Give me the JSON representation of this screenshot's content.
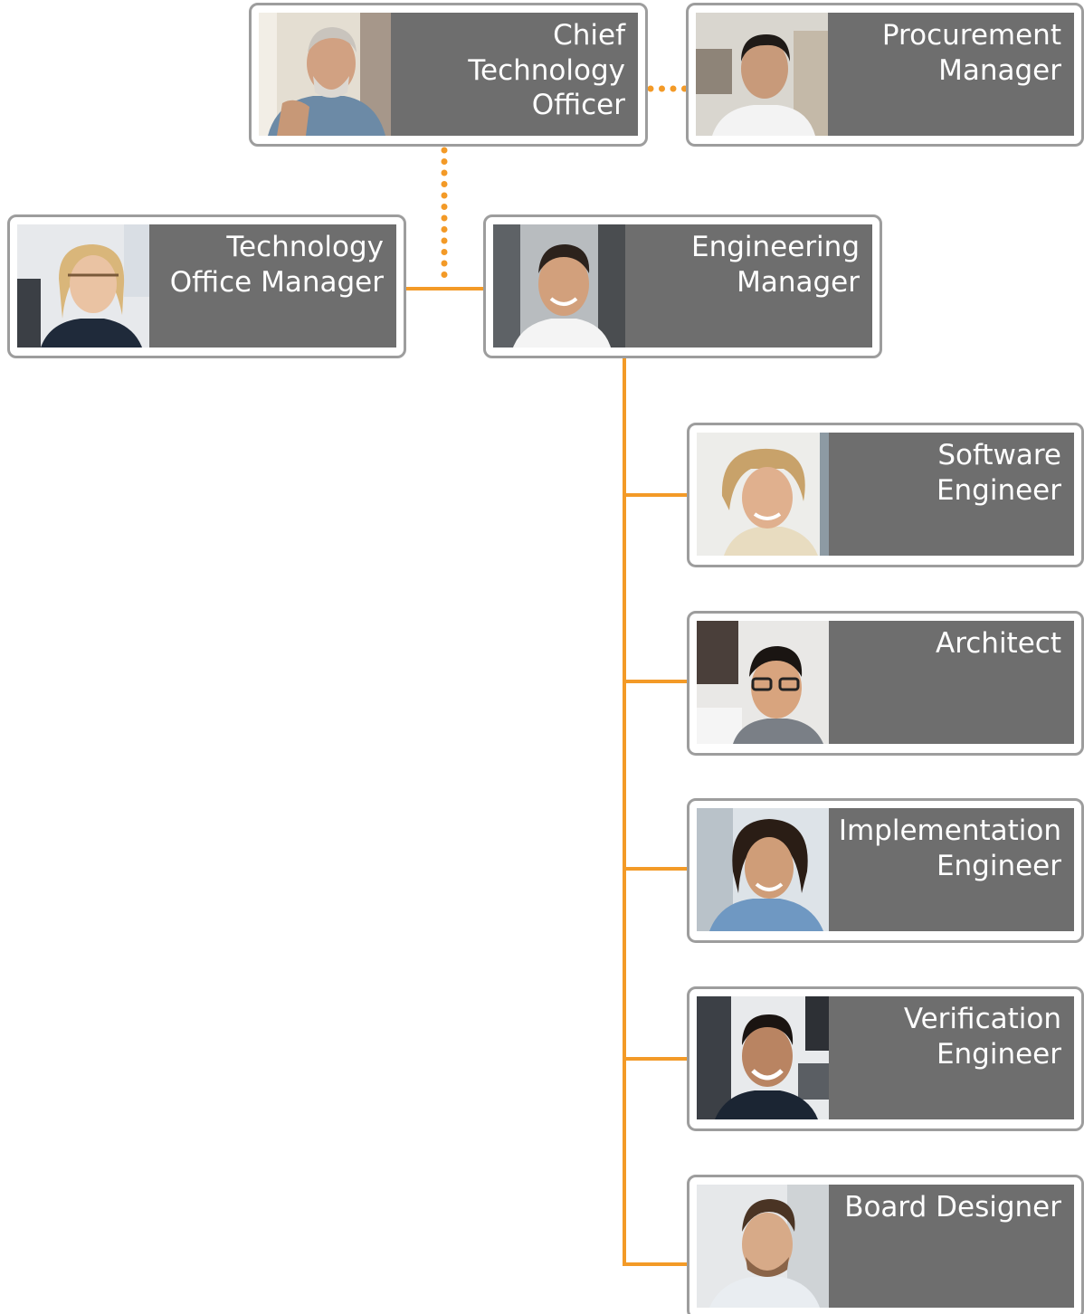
{
  "colors": {
    "connector": "#f39a27",
    "label_background": "#6e6e6e",
    "card_border": "#9d9d9d",
    "label_text": "#ffffff"
  },
  "nodes": {
    "chief_technology_officer": {
      "title": "Chief\nTechnology\nOfficer",
      "photo": "photo-gray-haired-man"
    },
    "procurement_manager": {
      "title": "Procurement\nManager",
      "photo": "photo-dark-haired-man"
    },
    "technology_office_manager": {
      "title": "Technology\nOffice Manager",
      "photo": "photo-blonde-woman-glasses"
    },
    "engineering_manager": {
      "title": "Engineering\nManager",
      "photo": "photo-smiling-man"
    },
    "software_engineer": {
      "title": "Software\nEngineer",
      "photo": "photo-blonde-woman"
    },
    "architect": {
      "title": "Architect",
      "photo": "photo-man-glasses"
    },
    "implementation_engineer": {
      "title": "Implementation\nEngineer",
      "photo": "photo-curly-haired-man"
    },
    "verification_engineer": {
      "title": "Verification\nEngineer",
      "photo": "photo-smiling-man-office"
    },
    "board_designer": {
      "title": "Board Designer",
      "photo": "photo-man-beard"
    }
  },
  "connections": [
    {
      "from": "chief_technology_officer",
      "to": "procurement_manager",
      "style": "dotted"
    },
    {
      "from": "chief_technology_officer",
      "to": "engineering_manager",
      "style": "dotted"
    },
    {
      "from": "technology_office_manager",
      "to": "engineering_manager",
      "style": "solid"
    },
    {
      "from": "engineering_manager",
      "to": "software_engineer",
      "style": "solid"
    },
    {
      "from": "engineering_manager",
      "to": "architect",
      "style": "solid"
    },
    {
      "from": "engineering_manager",
      "to": "implementation_engineer",
      "style": "solid"
    },
    {
      "from": "engineering_manager",
      "to": "verification_engineer",
      "style": "solid"
    },
    {
      "from": "engineering_manager",
      "to": "board_designer",
      "style": "solid"
    }
  ]
}
